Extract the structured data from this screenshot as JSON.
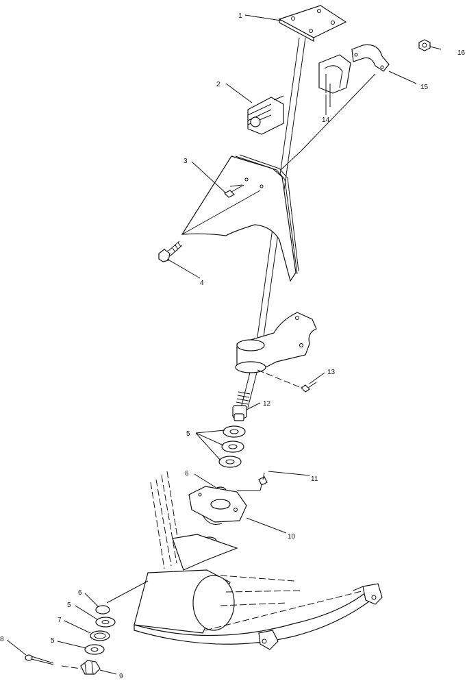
{
  "callouts": {
    "c1": "1",
    "c2": "2",
    "c3": "3",
    "c4": "4",
    "c5a": "5",
    "c5b": "5",
    "c5c": "5",
    "c6a": "6",
    "c6b": "6",
    "c7": "7",
    "c8": "8",
    "c9": "9",
    "c10": "10",
    "c11": "11",
    "c12": "12",
    "c13": "13",
    "c14": "14",
    "c15": "15",
    "c16": "16"
  }
}
